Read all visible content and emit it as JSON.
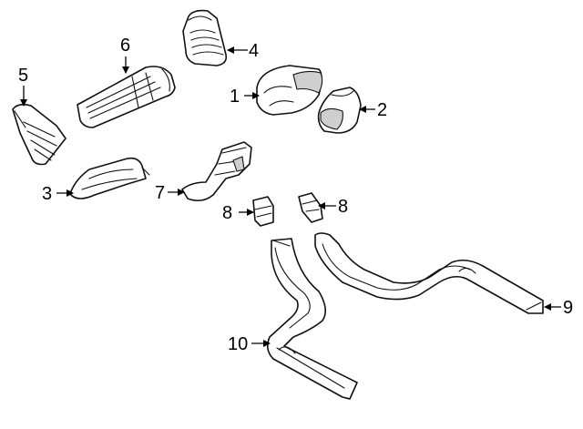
{
  "callouts": {
    "c1": "1",
    "c2": "2",
    "c3": "3",
    "c4": "4",
    "c5": "5",
    "c6": "6",
    "c7": "7",
    "c8a": "8",
    "c8b": "8",
    "c9": "9",
    "c10": "10"
  }
}
